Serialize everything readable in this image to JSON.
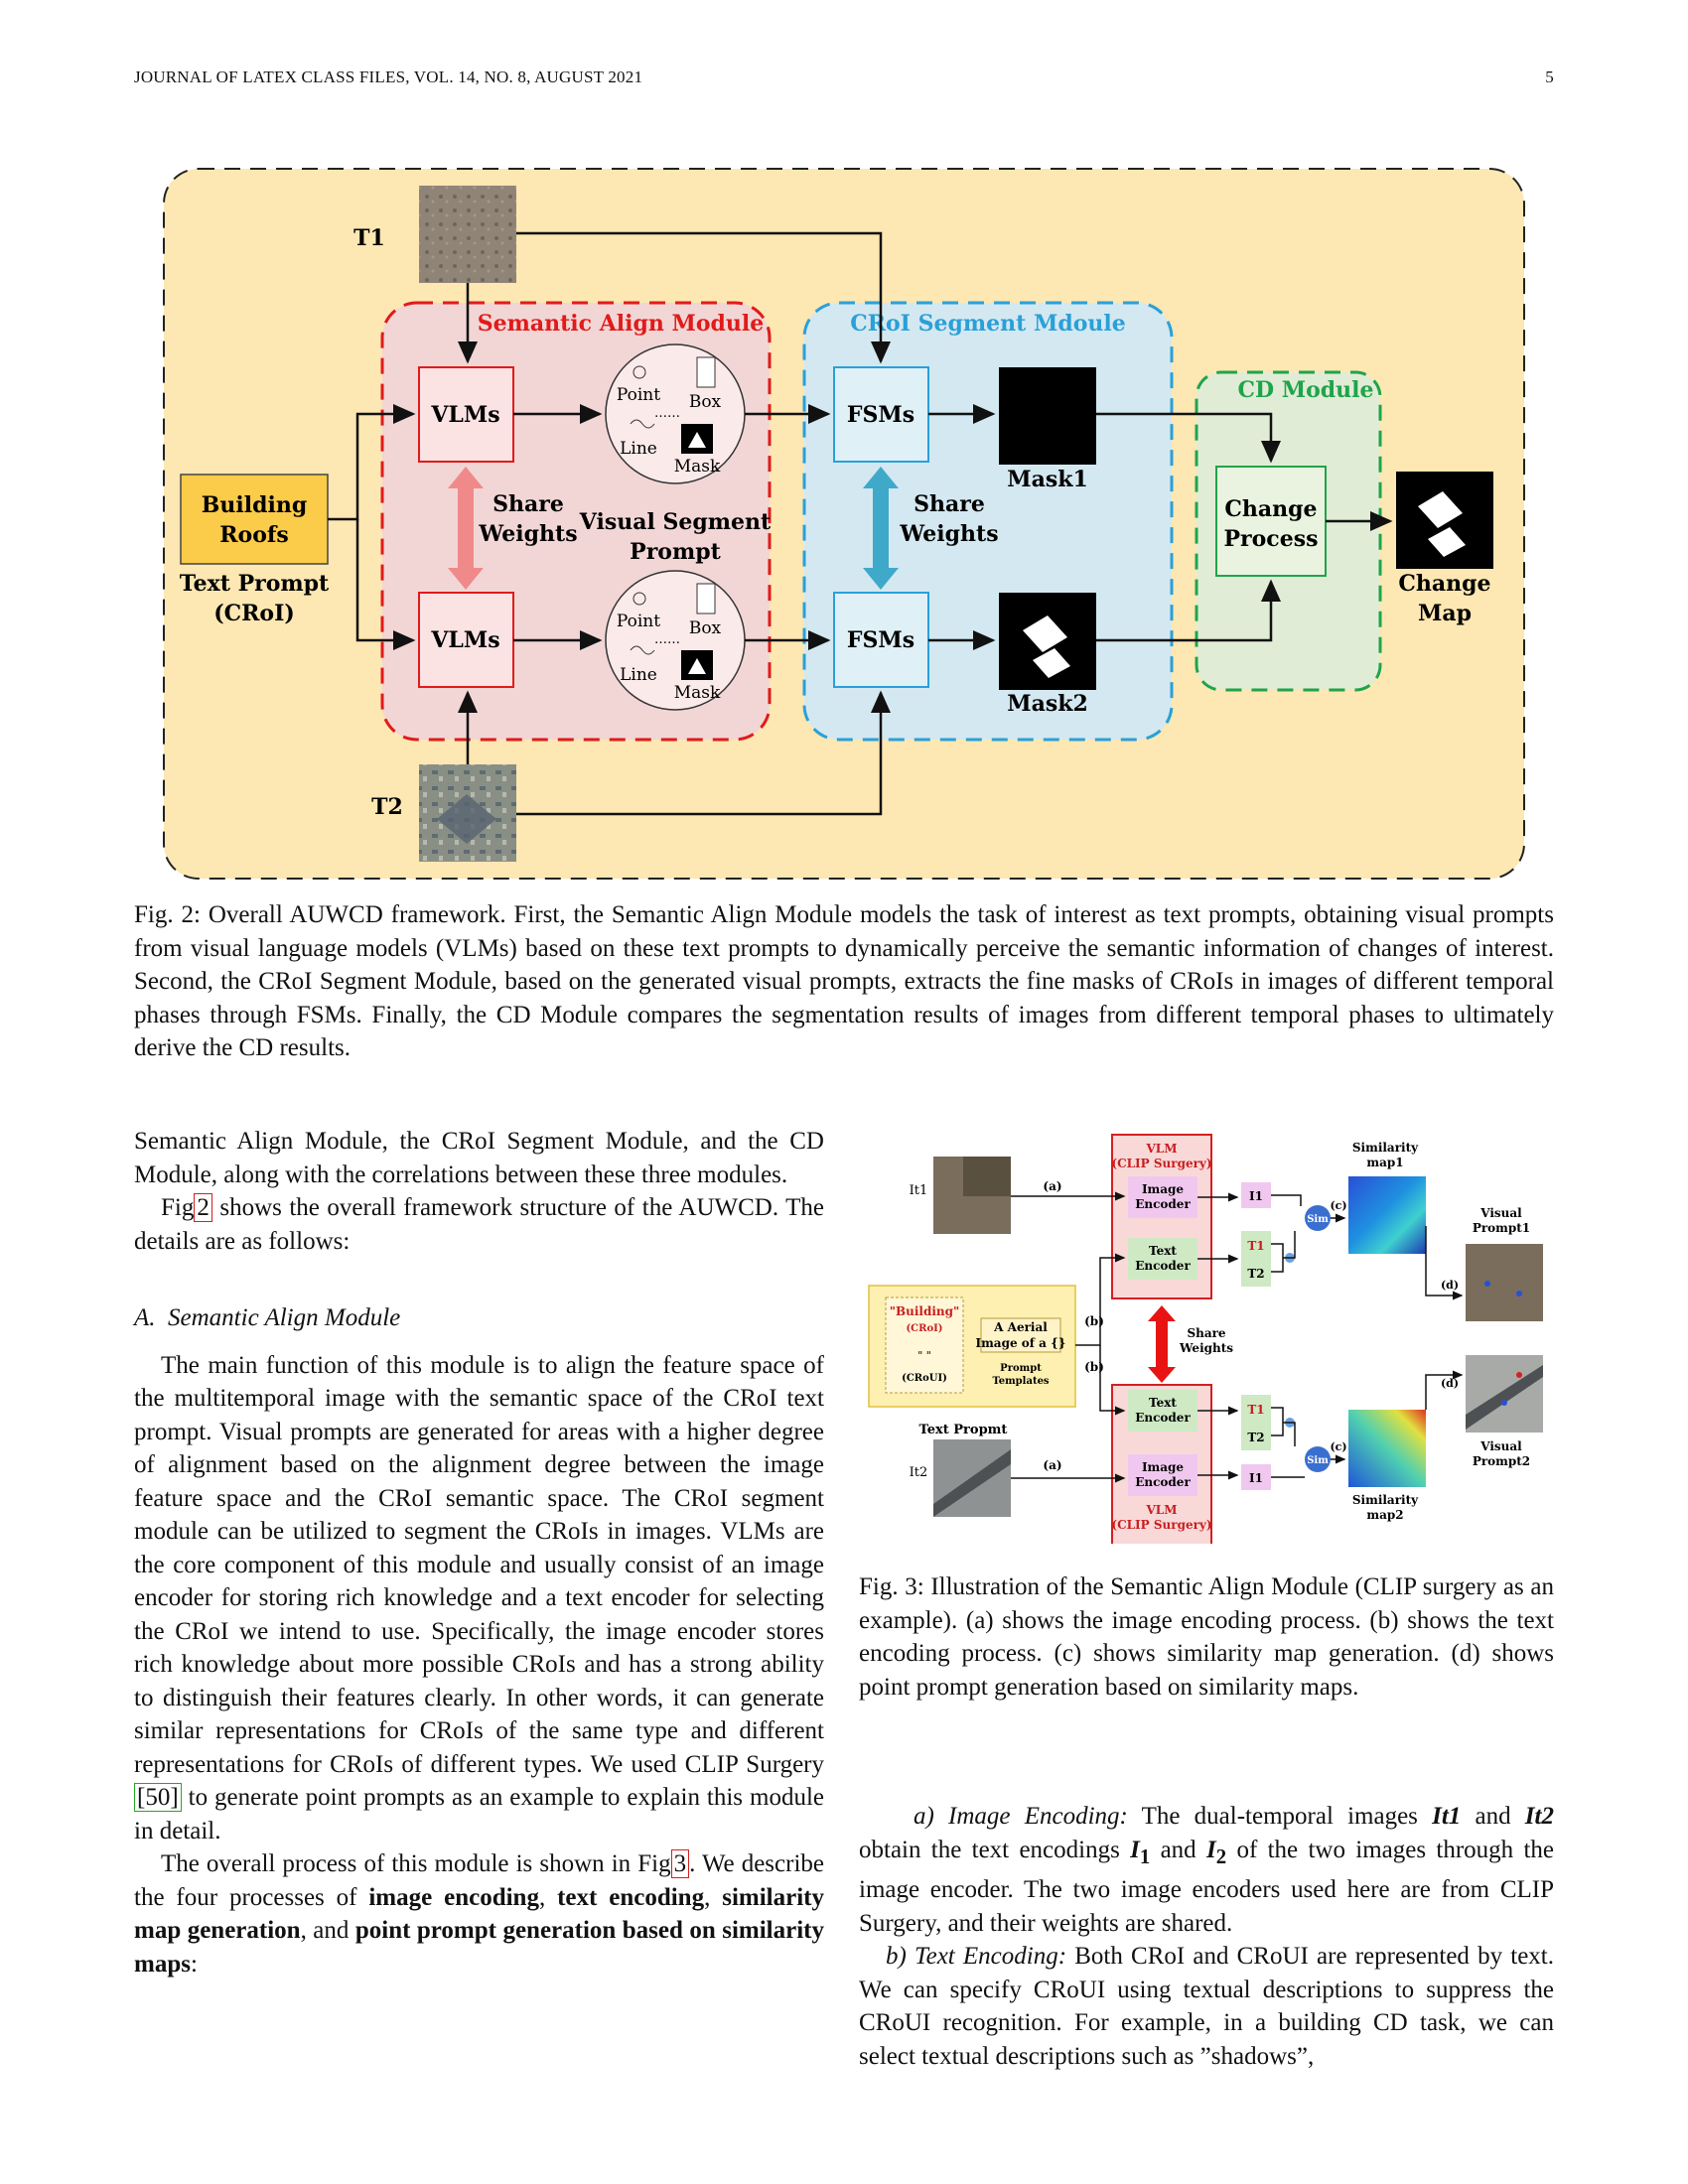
{
  "header": {
    "journal": "JOURNAL OF LATEX CLASS FILES, VOL. 14, NO. 8, AUGUST 2021",
    "page_number": "5"
  },
  "fig2": {
    "labels": {
      "t1": "T1",
      "t2": "T2",
      "semantic_align_module": "Semantic Align Module",
      "croi_segment_module": "CRoI Segment Mdoule",
      "cd_module": "CD Module",
      "vlms": "VLMs",
      "fsms": "FSMs",
      "share": "Share",
      "weights": "Weights",
      "visual_segment": "Visual Segment",
      "prompt": "Prompt",
      "point": "Point",
      "box": "Box",
      "line": "Line",
      "mask": "Mask",
      "dots": "……",
      "mask1": "Mask1",
      "mask2": "Mask2",
      "building": "Building",
      "roofs": "Roofs",
      "text_prompt": "Text Prompt",
      "croi_paren": "(CRoI)",
      "change": "Change",
      "process": "Process",
      "map": "Map"
    },
    "caption": "Fig. 2: Overall AUWCD framework. First, the Semantic Align Module models the task of interest as text prompts, obtaining visual prompts from visual language models (VLMs) based on these text prompts to dynamically perceive the semantic information of changes of interest. Second, the CRoI Segment Module, based on the generated visual prompts, extracts the fine masks of CRoIs in images of different temporal phases through FSMs. Finally, the CD Module compares the segmentation results of images from different temporal phases to ultimately derive the CD results."
  },
  "fig3": {
    "labels": {
      "it1": "It1",
      "it2": "It2",
      "a": "(a)",
      "b": "(b)",
      "c": "(c)",
      "d": "(d)",
      "vlm": "VLM",
      "clip_surgery": "(CLIP Surgery)",
      "image": "Image",
      "text": "Text",
      "encoder": "Encoder",
      "i1": "I1",
      "t1": "T1",
      "t2": "T2",
      "sim": "Sim",
      "similarity": "Similarity",
      "map1": "map1",
      "map2": "map2",
      "visual": "Visual",
      "prompt1": "Prompt1",
      "prompt2": "Prompt2",
      "share": "Share",
      "weights": "Weights",
      "building_q": "\"Building\"",
      "croi": "(CRoI)",
      "quotes": "\"  \"",
      "crou": "(CRoUI)",
      "aerial": "A Aerial",
      "image_of": "Image of a {}",
      "prompt_templates_1": "Prompt",
      "prompt_templates_2": "Templates",
      "text_propmt": "Text Propmt"
    },
    "caption": "Fig. 3: Illustration of the Semantic Align Module (CLIP surgery as an example). (a) shows the image encoding process. (b) shows the text encoding process. (c) shows similarity map generation. (d) shows point prompt generation based on similarity maps."
  },
  "left_column": {
    "para1": "Semantic Align Module, the CRoI Segment Module, and the CD Module, along with the correlations between these three modules.",
    "para2_pre": "Fig",
    "para2_ref": "2",
    "para2_post": " shows the overall framework structure of the AUWCD. The details are as follows:",
    "section_label": "A.",
    "section_title": "Semantic Align Module",
    "para3_pre": "The main function of this module is to align the feature space of the multitemporal image with the semantic space of the CRoI text prompt. Visual prompts are generated for areas with a higher degree of alignment based on the alignment degree between the image feature space and the CRoI semantic space. The CRoI segment module can be utilized to segment the CRoIs in images. VLMs are the core component of this module and usually consist of an image encoder for storing rich knowledge and a text encoder for selecting the CRoI we intend to use. Specifically, the image encoder stores rich knowledge about more possible CRoIs and has a strong ability to distinguish their features clearly. In other words, it can generate similar representations for CRoIs of the same type and different representations for CRoIs of different types. We used CLIP Surgery ",
    "para3_ref": "[50]",
    "para3_post": " to generate point prompts as an example to explain this module in detail.",
    "para4_pre": "The overall process of this module is shown in Fig",
    "para4_ref": "3",
    "para4_mid": ". We describe the four processes of ",
    "b1": "image encoding",
    "c1": ", ",
    "b2": "text encoding",
    "c2": ", ",
    "b3": "similarity map generation",
    "c3": ", and ",
    "b4": "point prompt generation based on similarity maps",
    "c4": ":"
  },
  "right_column": {
    "a_label": "a) Image Encoding:",
    "a_pre": " The dual-temporal images ",
    "it1": "It1",
    "and1": " and ",
    "it2": "It2",
    "a_mid": " obtain the text encodings ",
    "i1": "I",
    "i1sub": "1",
    "and2": " and ",
    "i2": "I",
    "i2sub": "2",
    "a_post": " of the two images through the image encoder. The two image encoders used here are from CLIP Surgery, and their weights are shared.",
    "b_label": "b) Text Encoding:",
    "b_text": " Both CRoI and CRoUI are represented by text. We can specify CRoUI using textual descriptions to suppress the CRoUI recognition. For example, in a building CD task, we can select textual descriptions such as ”shadows”,"
  }
}
